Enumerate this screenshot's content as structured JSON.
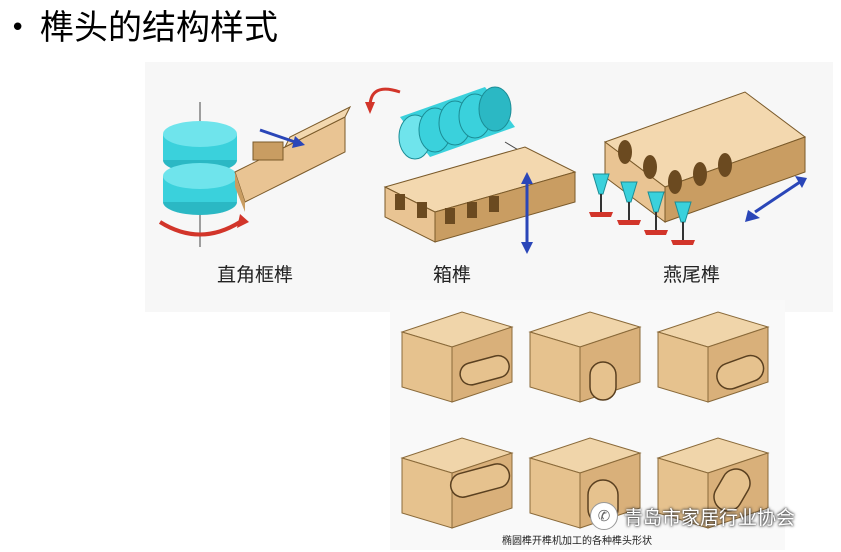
{
  "slide": {
    "bullet": "•",
    "title": "榫头的结构样式"
  },
  "top_figure": {
    "captions": [
      "直角框榫",
      "箱榫",
      "燕尾榫"
    ],
    "colors": {
      "cutter": "#3ad1dc",
      "wood": "#e9c493",
      "arrow_red": "#d2352a",
      "arrow_blue": "#2a46b8"
    }
  },
  "bottom_figure": {
    "caption": "椭圆榫开榫机加工的各种榫头形状"
  },
  "watermark": {
    "icon": "wechat-icon",
    "text": "青岛市家居行业协会"
  }
}
